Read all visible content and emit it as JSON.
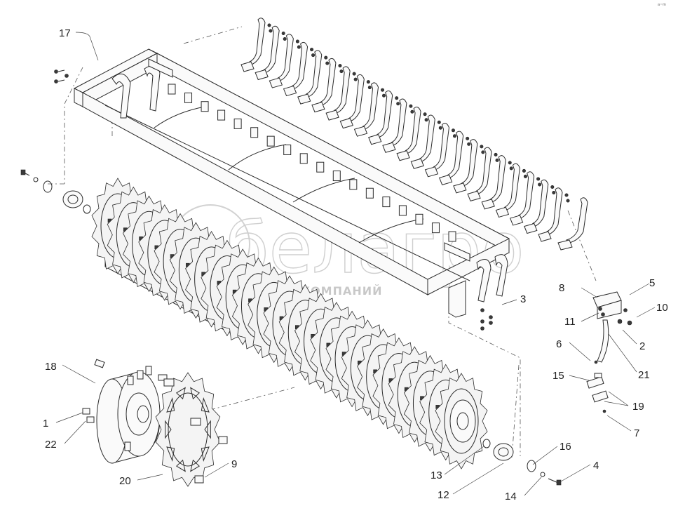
{
  "watermark": {
    "brand": "белагро",
    "subtitle": "ГРУППА КОМПАНИЙ"
  },
  "corner_mark": "ᵃ⁻ᵐ",
  "labels": [
    {
      "id": "l1",
      "text": "1"
    },
    {
      "id": "l2",
      "text": "2"
    },
    {
      "id": "l3",
      "text": "3"
    },
    {
      "id": "l4",
      "text": "4"
    },
    {
      "id": "l5",
      "text": "5"
    },
    {
      "id": "l6",
      "text": "6"
    },
    {
      "id": "l7",
      "text": "7"
    },
    {
      "id": "l8",
      "text": "8"
    },
    {
      "id": "l9",
      "text": "9"
    },
    {
      "id": "l10",
      "text": "10"
    },
    {
      "id": "l11",
      "text": "11"
    },
    {
      "id": "l12",
      "text": "12"
    },
    {
      "id": "l13",
      "text": "13"
    },
    {
      "id": "l14",
      "text": "14"
    },
    {
      "id": "l15",
      "text": "15"
    },
    {
      "id": "l16",
      "text": "16"
    },
    {
      "id": "l17",
      "text": "17"
    },
    {
      "id": "l18",
      "text": "18"
    },
    {
      "id": "l19",
      "text": "19"
    },
    {
      "id": "l20",
      "text": "20"
    },
    {
      "id": "l21",
      "text": "21"
    },
    {
      "id": "l22",
      "text": "22"
    }
  ]
}
